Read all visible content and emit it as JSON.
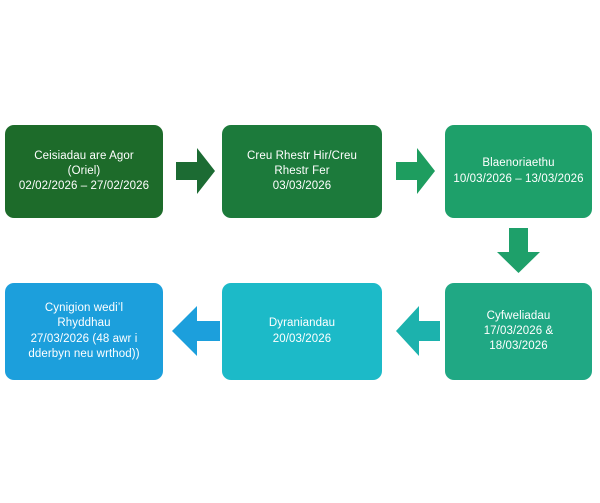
{
  "diagram": {
    "type": "process-flow",
    "direction": "left-to-right then right-to-left (serpentine)",
    "background_color": "#ffffff",
    "nodes": [
      {
        "id": "ceisiadau",
        "title": "Ceisiadau are Agor\n(Oriel)",
        "subtitle": "02/02/2026 – 27/02/2026",
        "color": "#1d6b2a",
        "text_color": "#ffffff",
        "row": 1,
        "order": 1
      },
      {
        "id": "rhestr",
        "title": "Creu Rhestr Hir/Creu\nRhestr Fer",
        "subtitle": "03/03/2026",
        "color": "#1c7a3b",
        "text_color": "#ffffff",
        "row": 1,
        "order": 2
      },
      {
        "id": "blaenoriaethu",
        "title": "Blaenoriaethu",
        "subtitle": "10/03/2026 – 13/03/2026",
        "color": "#1ea06a",
        "text_color": "#ffffff",
        "row": 1,
        "order": 3
      },
      {
        "id": "cyfweliadau",
        "title": "Cyfweliadau",
        "subtitle": "17/03/2026 & 18/03/2026",
        "color": "#20a884",
        "text_color": "#ffffff",
        "row": 2,
        "order": 4
      },
      {
        "id": "dyraniandau",
        "title": "Dyraniandau",
        "subtitle": "20/03/2026",
        "color": "#1cbac8",
        "text_color": "#ffffff",
        "row": 2,
        "order": 5
      },
      {
        "id": "cynigion",
        "title": "Cynigion wedi’l\nRhyddhau",
        "subtitle": "27/03/2026 (48 awr i\ndderbyn neu wrthod))",
        "color": "#1c9fdc",
        "text_color": "#ffffff",
        "row": 2,
        "order": 6
      }
    ],
    "arrows": [
      {
        "id": "arrow-1",
        "from": "ceisiadau",
        "to": "rhestr",
        "direction": "right",
        "color": "#1c6b33"
      },
      {
        "id": "arrow-2",
        "from": "rhestr",
        "to": "blaenoriaethu",
        "direction": "right",
        "color": "#1e9d5f"
      },
      {
        "id": "arrow-3",
        "from": "blaenoriaethu",
        "to": "cyfweliadau",
        "direction": "down",
        "color": "#1ea06a"
      },
      {
        "id": "arrow-4",
        "from": "cyfweliadau",
        "to": "dyraniandau",
        "direction": "left",
        "color": "#1cb2ad"
      },
      {
        "id": "arrow-5",
        "from": "dyraniandau",
        "to": "cynigion",
        "direction": "left",
        "color": "#1c9fdc"
      }
    ]
  }
}
